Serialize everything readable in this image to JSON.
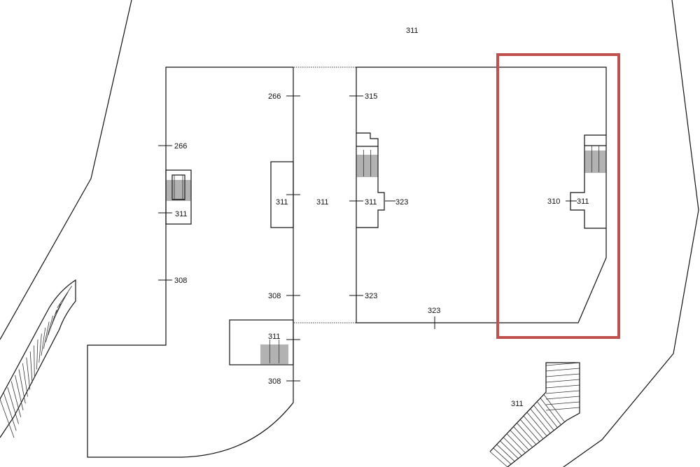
{
  "highlight_color": "#c0504d",
  "labels": {
    "site_top": "311",
    "l1": "266",
    "l2": "315",
    "l3": "266",
    "l4": "311",
    "l5": "311",
    "l6": "311",
    "l7": "311",
    "l8": "323",
    "l9": "310",
    "l10": "311",
    "l11": "308",
    "l12": "308",
    "l13": "323",
    "l14": "323",
    "l15": "311",
    "l16": "308",
    "l17": "311"
  }
}
